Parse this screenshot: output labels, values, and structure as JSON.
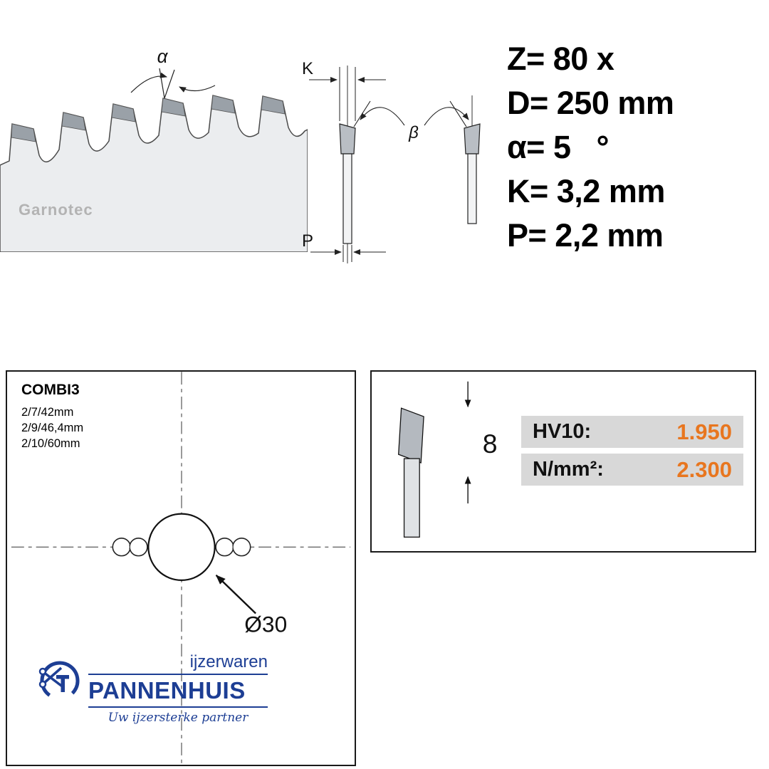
{
  "specs": {
    "lines": [
      {
        "text": "Z= 80 x"
      },
      {
        "text": "D= 250 mm"
      },
      {
        "text": "α= 5   °"
      },
      {
        "text": "K= 3,2 mm"
      },
      {
        "text": "P= 2,2 mm"
      }
    ]
  },
  "tooth_profile": {
    "angle_label": "α",
    "watermark": "Garnotec"
  },
  "side_view": {
    "kerf_label": "K",
    "plate_label": "P",
    "bevel_label": "β"
  },
  "bore_box": {
    "title": "COMBI3",
    "pinhole_options": [
      "2/7/42mm",
      "2/9/46,4mm",
      "2/10/60mm"
    ],
    "bore_diameter": "Ø30"
  },
  "hardness_box": {
    "tip_height": "8",
    "rows": [
      {
        "label": "HV10:",
        "value": "1.950"
      },
      {
        "label": "N/mm²:",
        "value": "2.300"
      }
    ]
  },
  "logo": {
    "category": "ijzerwaren",
    "name": "PANNENHUIS",
    "tagline": "Uw ijzersterke partner"
  },
  "colors": {
    "accent_orange": "#E8761F",
    "logo_blue": "#1D3E94",
    "steel_gray": "#9AA1A8"
  }
}
